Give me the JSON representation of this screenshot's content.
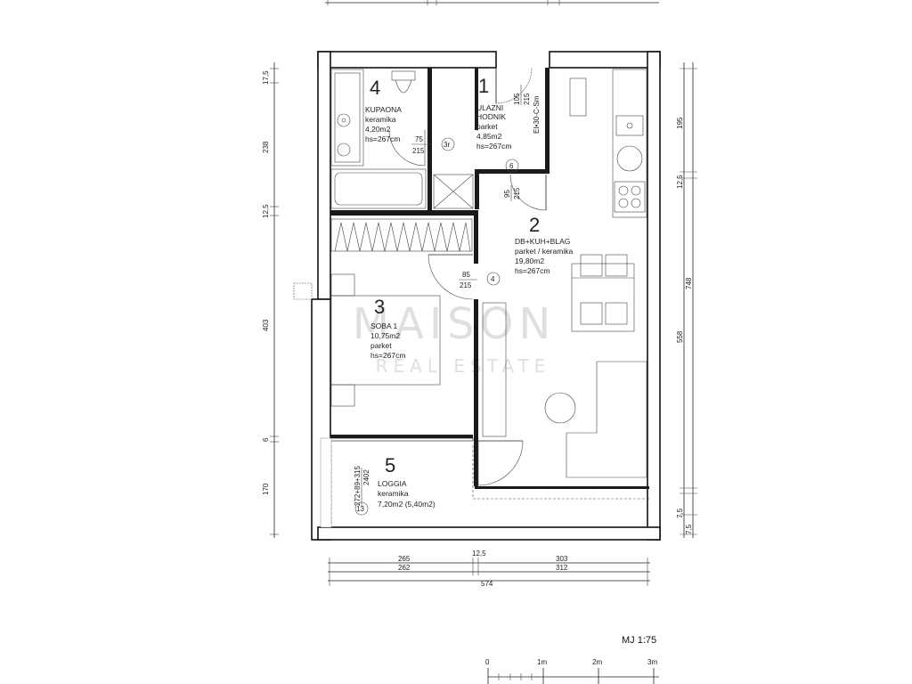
{
  "rooms": [
    {
      "no": "1",
      "name": "ULAZNI",
      "name2": "HODNIK",
      "floor": "parket",
      "area": "4,85m2",
      "height": "hs=267cm"
    },
    {
      "no": "2",
      "name": "DB+KUH+BLAG",
      "floor": "parket / keramika",
      "area": "19,80m2",
      "height": "hs=267cm"
    },
    {
      "no": "3",
      "name": "SOBA 1",
      "area": "10,75m2",
      "floor": "parket",
      "height": "hs=267cm"
    },
    {
      "no": "4",
      "name": "KUPAONA",
      "floor": "keramika",
      "area": "4,20m2",
      "height": "hs=267cm"
    },
    {
      "no": "5",
      "name": "LOGGIA",
      "floor": "keramika",
      "area": "7,20m2 (5,40m2)"
    }
  ],
  "doors": {
    "entrance": {
      "w": "105",
      "h": "215",
      "type": "EI•30-C-Sm"
    },
    "bath": {
      "w": "75",
      "h": "215",
      "tag": "3r"
    },
    "living": {
      "w": "95",
      "h": "215",
      "tag": "6"
    },
    "room": {
      "w": "85",
      "h": "215",
      "tag": "4"
    },
    "loggia": {
      "w": "272+89+315",
      "h": "2402",
      "tag": "13"
    }
  },
  "dims_left": [
    "17,5",
    "238",
    "12,5",
    "403",
    "6",
    "170"
  ],
  "dims_right": [
    "195",
    "12,5",
    "558",
    "748",
    "7,5",
    "7,5"
  ],
  "dims_bottom": {
    "row1": [
      "265",
      "12,5",
      "303"
    ],
    "row2": [
      "262",
      "312"
    ],
    "total": "574"
  },
  "scale": {
    "label": "MJ 1:75",
    "ticks": [
      "0",
      "1m",
      "2m",
      "3m"
    ]
  },
  "watermark": {
    "main": "MAISON",
    "sub": "REAL ESTATE"
  }
}
